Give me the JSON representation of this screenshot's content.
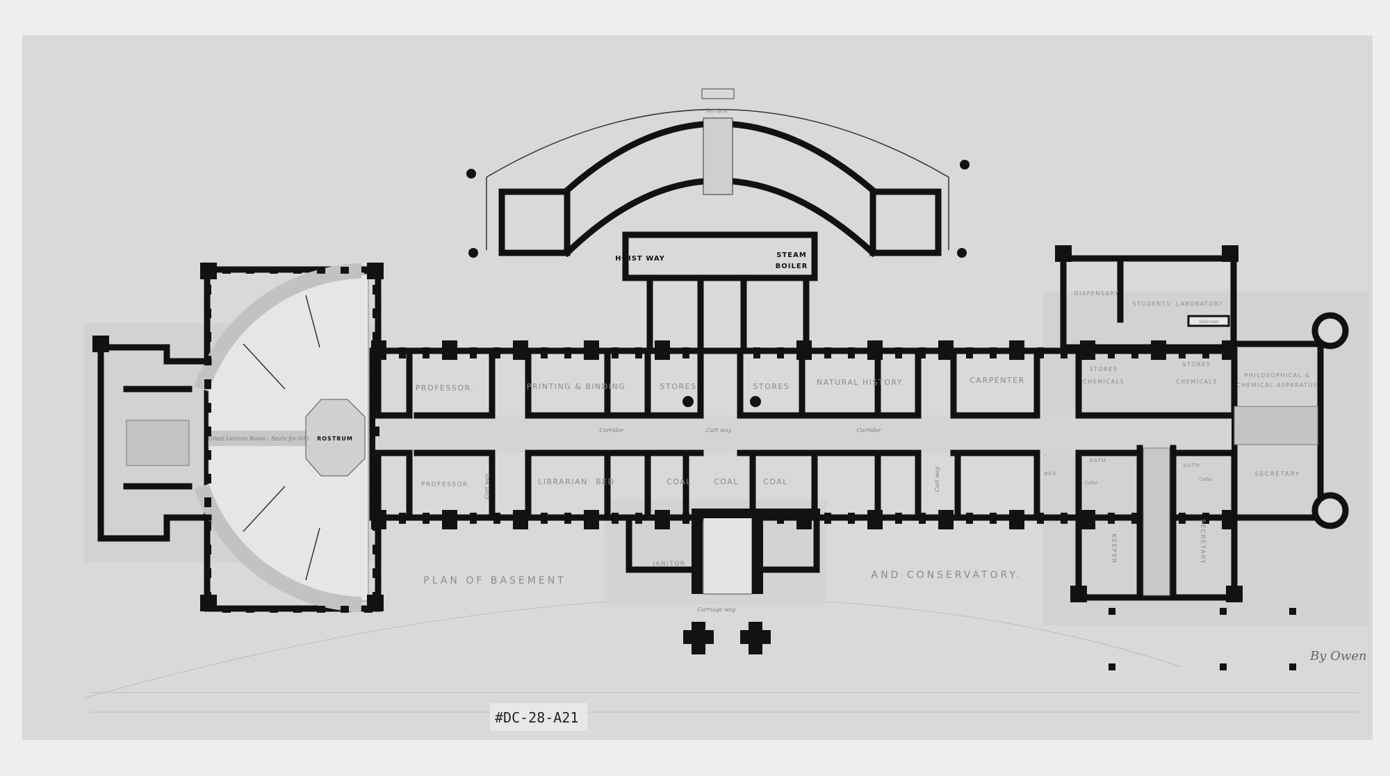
{
  "drawing": {
    "title_left": "PLAN OF BASEMENT",
    "title_right": "AND CONSERVATORY.",
    "catalog_number": "#DC-28-A21",
    "signature": "By Owen",
    "colors": {
      "paper": "#d9d9d9",
      "ink": "#121212",
      "label": "#8a8a8a"
    }
  },
  "rooms": {
    "terrace": "Terrace",
    "hoist_way": "HOIST WAY",
    "steam": "STEAM",
    "boiler": "BOILER",
    "professor_top": "PROFESSOR.",
    "printing_binding": "PRINTING & BINDING",
    "stores_1": "STORES",
    "stores_2": "STORES",
    "natural_history": "NATURAL HISTORY",
    "carpenter": "CARPENTER",
    "stores_chem_1a": "STORES",
    "stores_chem_1b": "CHEMICALS",
    "stores_chem_2a": "STORES",
    "stores_chem_2b": "CHEMICALS",
    "philosophical_a": "PHILOSOPHICAL &",
    "philosophical_b": "CHEMICAL APPARATUS",
    "dispensary": "DISPENSARY",
    "students_lab": "STUDENTS' LABORATORY",
    "staircase": "Staircase",
    "corridor_1": "Corridor",
    "cart_way": "Cart way",
    "corridor_2": "Corridor",
    "cart_way_2": "Cart way",
    "cart_way_3": "Cart way",
    "lecture_room": "Great Lecture Room - Seats for 600",
    "rostrum": "ROSTRUM",
    "professor_bottom": "PROFESSOR",
    "librarian": "LIBRARIAN",
    "bed_1": "BED",
    "coal_1": "COAL",
    "coal_2": "COAL",
    "coal_3": "COAL",
    "janitor": "JANITOR",
    "carriage_way": "Carriage way",
    "bed_2": "BED",
    "bath_1": "BATH",
    "bath_2": "BATH",
    "cellar_1": "Cellar",
    "cellar_2": "Cellar",
    "keeper": "KEEPER",
    "secretary_1": "SECRETARY",
    "secretary_2": "SECRETARY"
  }
}
